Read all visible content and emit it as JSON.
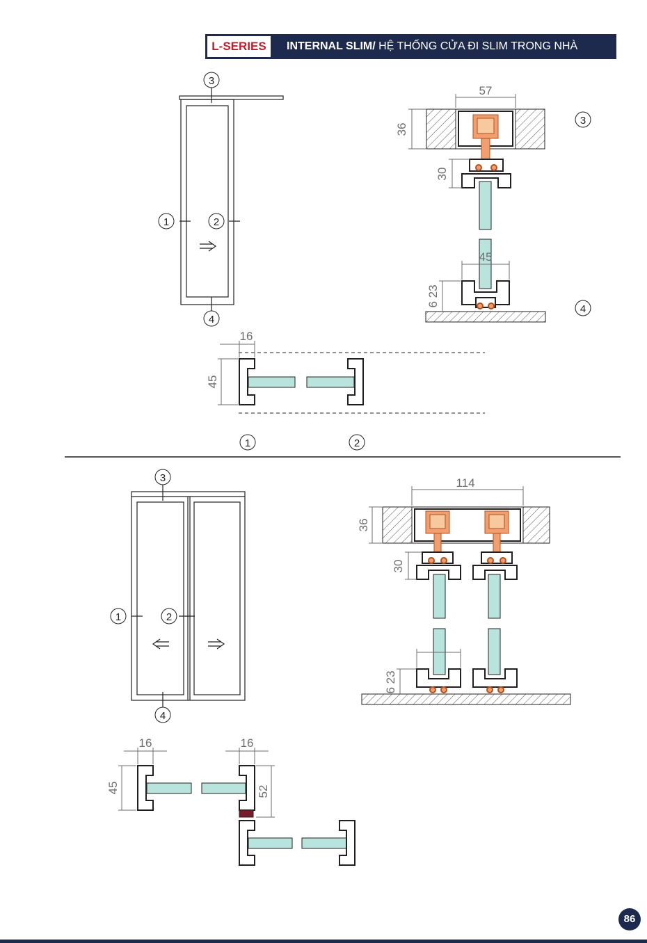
{
  "header": {
    "series_label": "L-SERIES",
    "title_bold": "INTERNAL SLIM/",
    "title_rest": " HỆ THỐNG CỬA ĐI SLIM TRONG NHÀ"
  },
  "page_number": "86",
  "callouts": {
    "c1": "1",
    "c2": "2",
    "c3": "3",
    "c4": "4"
  },
  "top_section": {
    "dims": {
      "width": "57",
      "head_h": "36",
      "track_h": "30",
      "bottom_w": "45",
      "bottom_h": "6 23",
      "stile_w": "16",
      "stile_h": "45"
    }
  },
  "bottom_section": {
    "dims": {
      "width": "114",
      "head_h": "36",
      "track_h": "30",
      "bottom_h": "6 23",
      "stile_w_left": "16",
      "stile_w_right": "16",
      "stile_h": "45",
      "meeting_h": "52"
    }
  },
  "colors": {
    "navy": "#1d2a4d",
    "red": "#c41c2c",
    "glass": "#b9e3dd",
    "roller": "#f0a070",
    "dim": "#6d6e71"
  }
}
